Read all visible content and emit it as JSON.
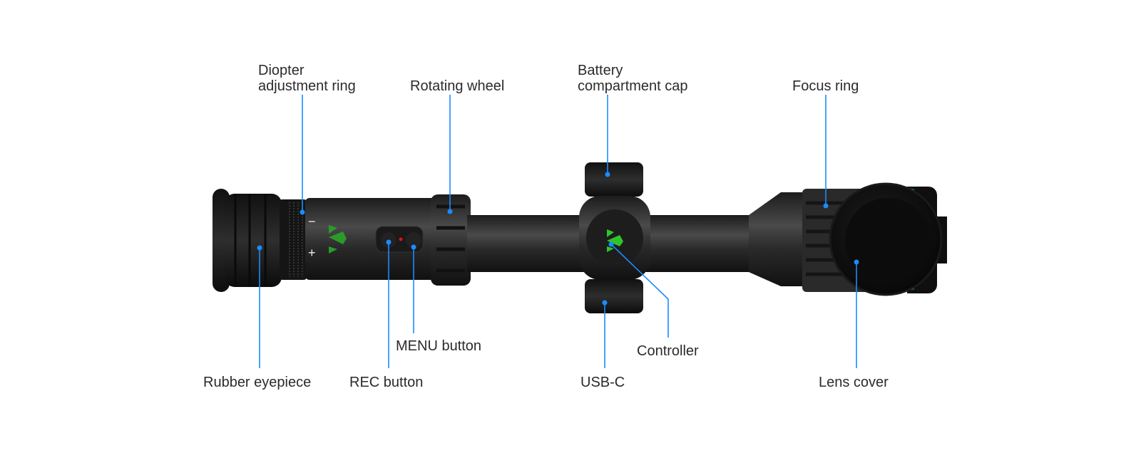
{
  "accent_color": "#1a8cff",
  "logo_color": "#2fc52a",
  "callouts": {
    "diopter": {
      "line1": "Diopter",
      "line2": "adjustment ring"
    },
    "rotating_wheel": "Rotating wheel",
    "battery": {
      "line1": "Battery",
      "line2": "compartment cap"
    },
    "focus_ring": "Focus ring",
    "rubber_eyepiece": "Rubber eyepiece",
    "rec_button": "REC button",
    "menu_button": "MENU button",
    "usb_c": "USB-C",
    "controller": "Controller",
    "lens_cover": "Lens cover"
  },
  "diopter_marks": {
    "minus": "−",
    "plus": "+"
  }
}
